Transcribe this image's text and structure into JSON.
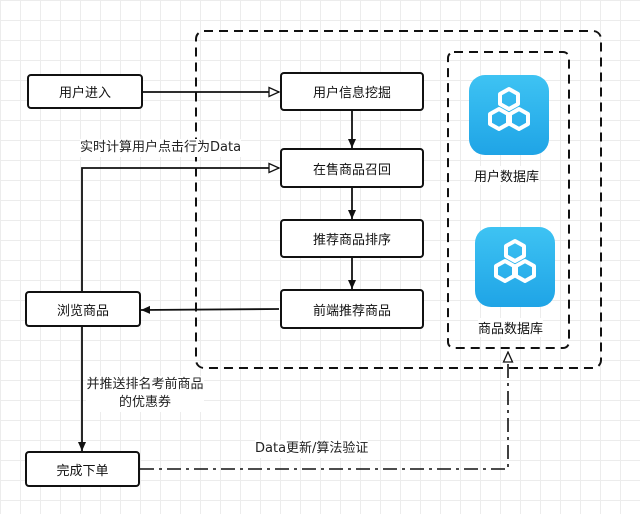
{
  "nodes": {
    "user_enter": "用户进入",
    "user_info_mining": "用户信息挖掘",
    "on_sale_recall": "在售商品召回",
    "recommend_sort": "推荐商品排序",
    "frontend_recommend": "前端推荐商品",
    "browse": "浏览商品",
    "order_complete": "完成下单"
  },
  "databases": {
    "user_db": {
      "label": "用户数据库",
      "icon": "hexagon-cluster-icon"
    },
    "product_db": {
      "label": "商品数据库",
      "icon": "hexagon-cluster-icon"
    }
  },
  "edge_labels": {
    "realtime": "实时计算用户点击行为Data",
    "push_coupon": "并推送排名考前商品的优惠券",
    "data_update": "Data更新/算法验证"
  },
  "colors": {
    "line": "#111111",
    "db_top": "#3ec3f3",
    "db_bottom": "#1fa4e6",
    "icon_white": "#ffffff"
  }
}
